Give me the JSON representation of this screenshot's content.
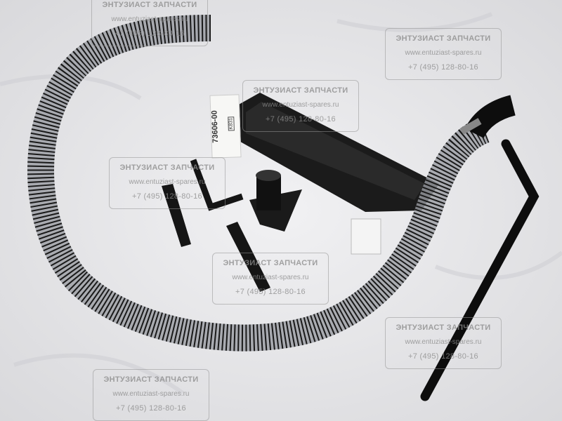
{
  "photo": {
    "subject": "snorkel-kit",
    "colors": {
      "cloth": "#e9e9eb",
      "metal": "#111111",
      "hose_rib": "#1a1a1a"
    }
  },
  "package_label": {
    "part_number": "73606-00",
    "code": "K831"
  },
  "watermark": {
    "title": "ЭНТУЗИАСТ ЗАПЧАСТИ",
    "url": "www.entuziast-spares.ru",
    "phone": "+7 (495) 128-80-16"
  }
}
